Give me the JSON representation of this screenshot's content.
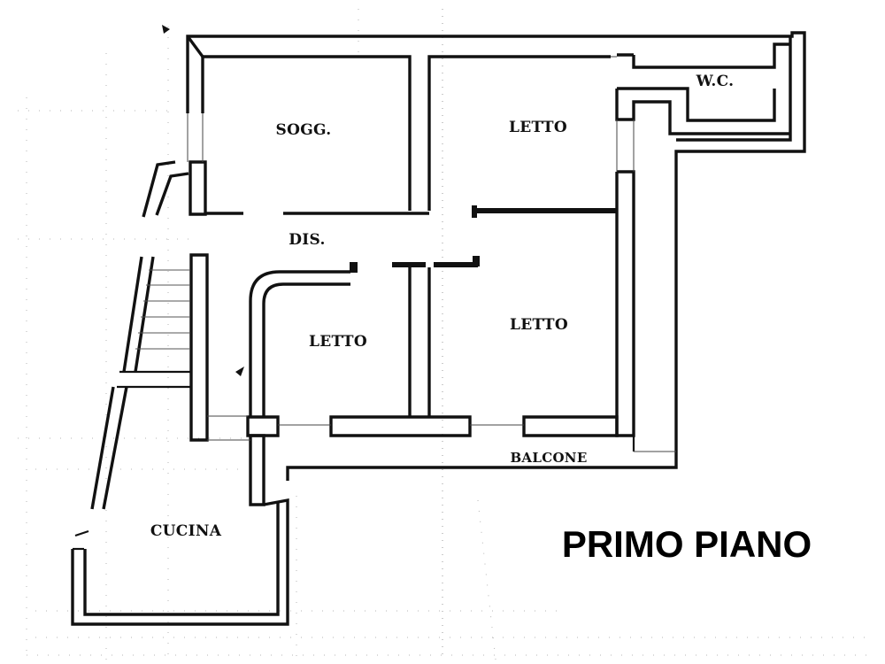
{
  "title": "PRIMO PIANO",
  "rooms": {
    "soggiorno": "SOGG.",
    "letto_top": "LETTO",
    "wc": "W.C.",
    "disimpegno": "DIS.",
    "letto_mid": "LETTO",
    "letto_right": "LETTO",
    "balcone": "BALCONE",
    "cucina": "CUCINA"
  }
}
